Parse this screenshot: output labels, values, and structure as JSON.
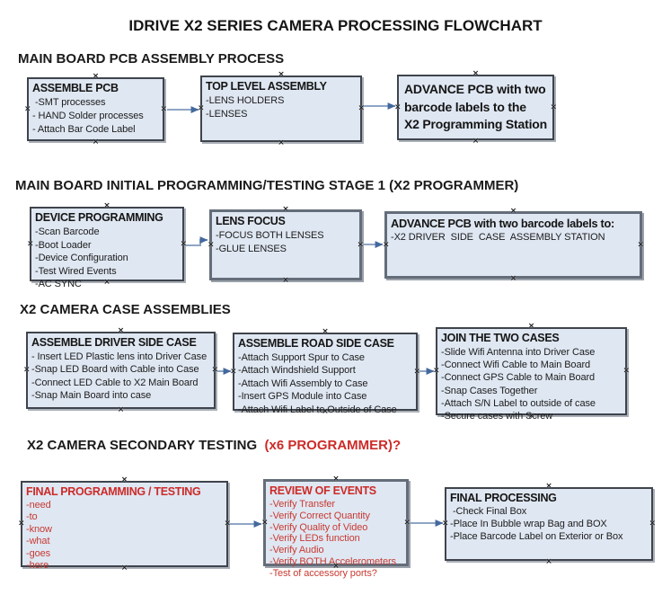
{
  "title": "IDRIVE X2  SERIES CAMERA PROCESSING FLOWCHART",
  "colors": {
    "box_fill": "#dfe7f2",
    "box_border": "#3f444c",
    "red_heading": "#cc2b28",
    "red_text": "#c83a32",
    "arrow_line": "#8ea6c6",
    "arrow_head": "#44699d"
  },
  "sections": [
    {
      "heading": "MAIN BOARD PCB ASSEMBLY PROCESS"
    },
    {
      "heading": "MAIN BOARD INITIAL PROGRAMMING/TESTING STAGE 1 (X2 PROGRAMMER)"
    },
    {
      "heading": "X2 CAMERA CASE ASSEMBLIES"
    },
    {
      "heading": "X2 CAMERA SECONDARY TESTING  ",
      "heading_suffix": "(x6 PROGRAMMER)?",
      "suffix_color": "#cc2b28"
    }
  ],
  "boxes": [
    {
      "title": "ASSEMBLE PCB",
      "items": [
        " -SMT processes",
        "- HAND Solder processes",
        "- Attach Bar Code Label"
      ]
    },
    {
      "title": "TOP LEVEL ASSEMBLY",
      "items": [
        "-LENS HOLDERS",
        "-LENSES"
      ]
    },
    {
      "title": "ADVANCE PCB with two\nbarcode labels to the\n X2 Programming Station",
      "items": []
    },
    {
      "title": "DEVICE PROGRAMMING",
      "items": [
        "-Scan Barcode",
        "-Boot Loader",
        "-Device Configuration",
        "-Test Wired Events",
        "-AC SYNC"
      ]
    },
    {
      "title": "LENS FOCUS",
      "items": [
        "-FOCUS BOTH LENSES",
        "-GLUE LENSES"
      ]
    },
    {
      "title": "ADVANCE PCB with two barcode labels to:",
      "items": [
        "-X2 DRIVER  SIDE  CASE  ASSEMBLY STATION"
      ]
    },
    {
      "title": "ASSEMBLE DRIVER SIDE CASE",
      "items": [
        "- Insert LED Plastic lens into Driver Case",
        "-Snap LED Board with Cable into Case",
        "-Connect LED Cable to X2 Main Board",
        "-Snap Main Board into case"
      ]
    },
    {
      "title": "ASSEMBLE ROAD SIDE CASE",
      "items": [
        "-Attach Support Spur to Case",
        "-Attach Windshield Support",
        "-Attach Wifi Assembly to Case",
        "-Insert GPS Module into Case",
        "-Attach Wifi Label to Outside of Case"
      ]
    },
    {
      "title": "JOIN THE TWO CASES",
      "items": [
        "-Slide Wifi Antenna into Driver Case",
        "-Connect Wifi Cable to Main Board",
        "-Connect GPS Cable to Main Board",
        "-Snap Cases Together",
        "-Attach S/N Label to outside of case",
        "-Secure cases with Screw"
      ]
    },
    {
      "title": "FINAL PROGRAMMING / TESTING",
      "title_color": "#cc2b28",
      "items_color": "#c83a32",
      "items": [
        "-need",
        "-to",
        "-know",
        "-what",
        "-goes",
        "-here"
      ]
    },
    {
      "title": "REVIEW OF EVENTS",
      "title_color": "#cc2b28",
      "items_color": "#c83a32",
      "items": [
        "-Verify Transfer",
        "-Verify Correct Quantity",
        "-Verify Quality of Video",
        "-Verify LEDs function",
        "-Verify Audio",
        "-Verify BOTH Accelerometers",
        "-Test of accessory ports?"
      ]
    },
    {
      "title": "FINAL PROCESSING",
      "items": [
        " -Check Final Box",
        "-Place In Bubble wrap Bag and BOX",
        "-Place Barcode Label on Exterior or Box"
      ]
    }
  ]
}
